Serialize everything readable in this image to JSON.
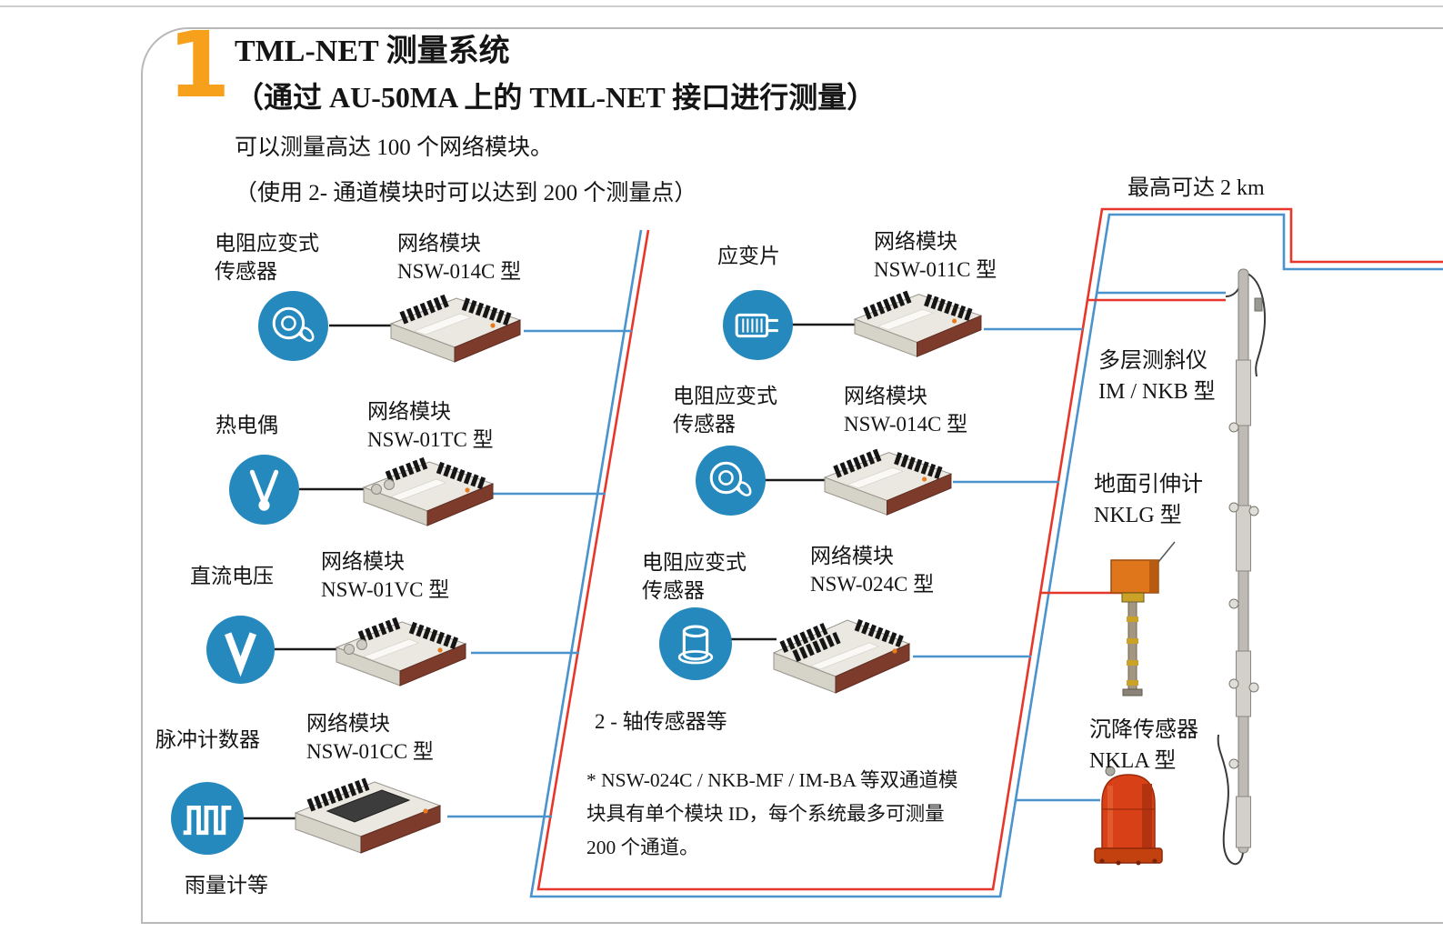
{
  "page": {
    "section_number": "1",
    "title_line1": "TML-NET 测量系统",
    "title_line2": "（通过 AU-50MA 上的 TML-NET 接口进行测量）",
    "subtitle_line1": "可以测量高达 100 个网络模块。",
    "subtitle_line2": "（使用 2- 通道模块时可以达到 200 个测量点）",
    "distance_label": "最高可达 2 km"
  },
  "left_column": [
    {
      "sensor_line1": "电阻应变式",
      "sensor_line2": "传感器",
      "module_line1": "网络模块",
      "module_line2": "NSW-014C 型",
      "icon": "load-cell-icon"
    },
    {
      "sensor_line1": "热电偶",
      "module_line1": "网络模块",
      "module_line2": "NSW-01TC 型",
      "icon": "thermocouple-icon"
    },
    {
      "sensor_line1": "直流电压",
      "module_line1": "网络模块",
      "module_line2": "NSW-01VC 型",
      "icon": "dc-voltage-icon"
    },
    {
      "sensor_line1": "脉冲计数器",
      "module_line1": "网络模块",
      "module_line2": "NSW-01CC 型",
      "icon": "pulse-counter-icon",
      "footer": "雨量计等"
    }
  ],
  "middle_column": [
    {
      "sensor_line1": "应变片",
      "module_line1": "网络模块",
      "module_line2": "NSW-011C 型",
      "icon": "strain-gauge-icon"
    },
    {
      "sensor_line1": "电阻应变式",
      "sensor_line2": "传感器",
      "module_line1": "网络模块",
      "module_line2": "NSW-014C 型",
      "icon": "load-cell-icon"
    },
    {
      "sensor_line1": "电阻应变式",
      "sensor_line2": "传感器",
      "module_line1": "网络模块",
      "module_line2": "NSW-024C 型",
      "icon": "transducer-icon",
      "footer": "2 - 轴传感器等"
    }
  ],
  "note": {
    "line1": "* NSW-024C / NKB-MF / IM-BA 等双通道模",
    "line2": "块具有单个模块 ID，每个系统最多可测量",
    "line3": "200 个通道。"
  },
  "right_column": [
    {
      "label_line1": "多层测斜仪",
      "label_line2": "IM / NKB 型"
    },
    {
      "label_line1": "地面引伸计",
      "label_line2": "NKLG 型"
    },
    {
      "label_line1": "沉降传感器",
      "label_line2": "NKLA 型"
    }
  ],
  "colors": {
    "accent_orange": "#F6A01B",
    "cable_red": "#E6372A",
    "cable_blue": "#4A93CC",
    "sensor_blue": "#2589BE",
    "module_side": "#7D3B2C"
  }
}
